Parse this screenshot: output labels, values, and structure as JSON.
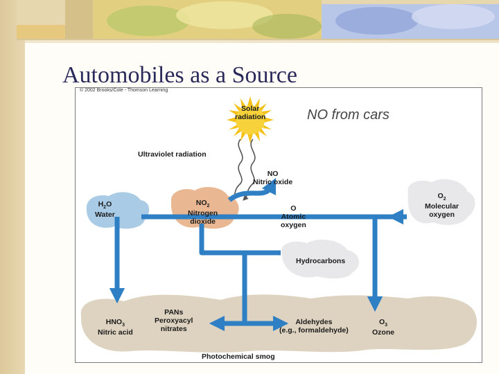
{
  "slide": {
    "title": "Automobiles as a Source"
  },
  "figure": {
    "copyright": "© 2002 Brooks/Cole - Thomson Learning",
    "callout": "NO from cars",
    "solar": [
      "Solar",
      "radiation"
    ],
    "uv": "Ultraviolet radiation",
    "no": [
      "NO",
      "Nitric oxide"
    ],
    "h2o": {
      "formula": "H",
      "sub": "2",
      "tail": "O",
      "name": "Water"
    },
    "no2": {
      "formula": "NO",
      "sub": "2",
      "name1": "Nitrogen",
      "name2": "dioxide"
    },
    "atomic_o": [
      "O",
      "Atomic",
      "oxygen"
    ],
    "o2": {
      "formula": "O",
      "sub": "2",
      "name1": "Molecular",
      "name2": "oxygen"
    },
    "hydrocarbons": "Hydrocarbons",
    "hno3": {
      "formula": "HNO",
      "sub": "3",
      "name": "Nitric acid"
    },
    "pans": [
      "PANs",
      "Peroxyacyl",
      "nitrates"
    ],
    "aldehydes": [
      "Aldehydes",
      "(e.g., formaldehyde)"
    ],
    "o3": {
      "formula": "O",
      "sub": "3",
      "name": "Ozone"
    },
    "smog": "Photochemical smog"
  },
  "colors": {
    "arrow": "#2e7fc4",
    "sun": "#f5c21b",
    "water_cloud": "#a9cbe6",
    "no2_cloud": "#e9b893",
    "grey_cloud": "#e8e8ea",
    "smog": "#ddd3c0",
    "title": "#2a2a5a"
  }
}
